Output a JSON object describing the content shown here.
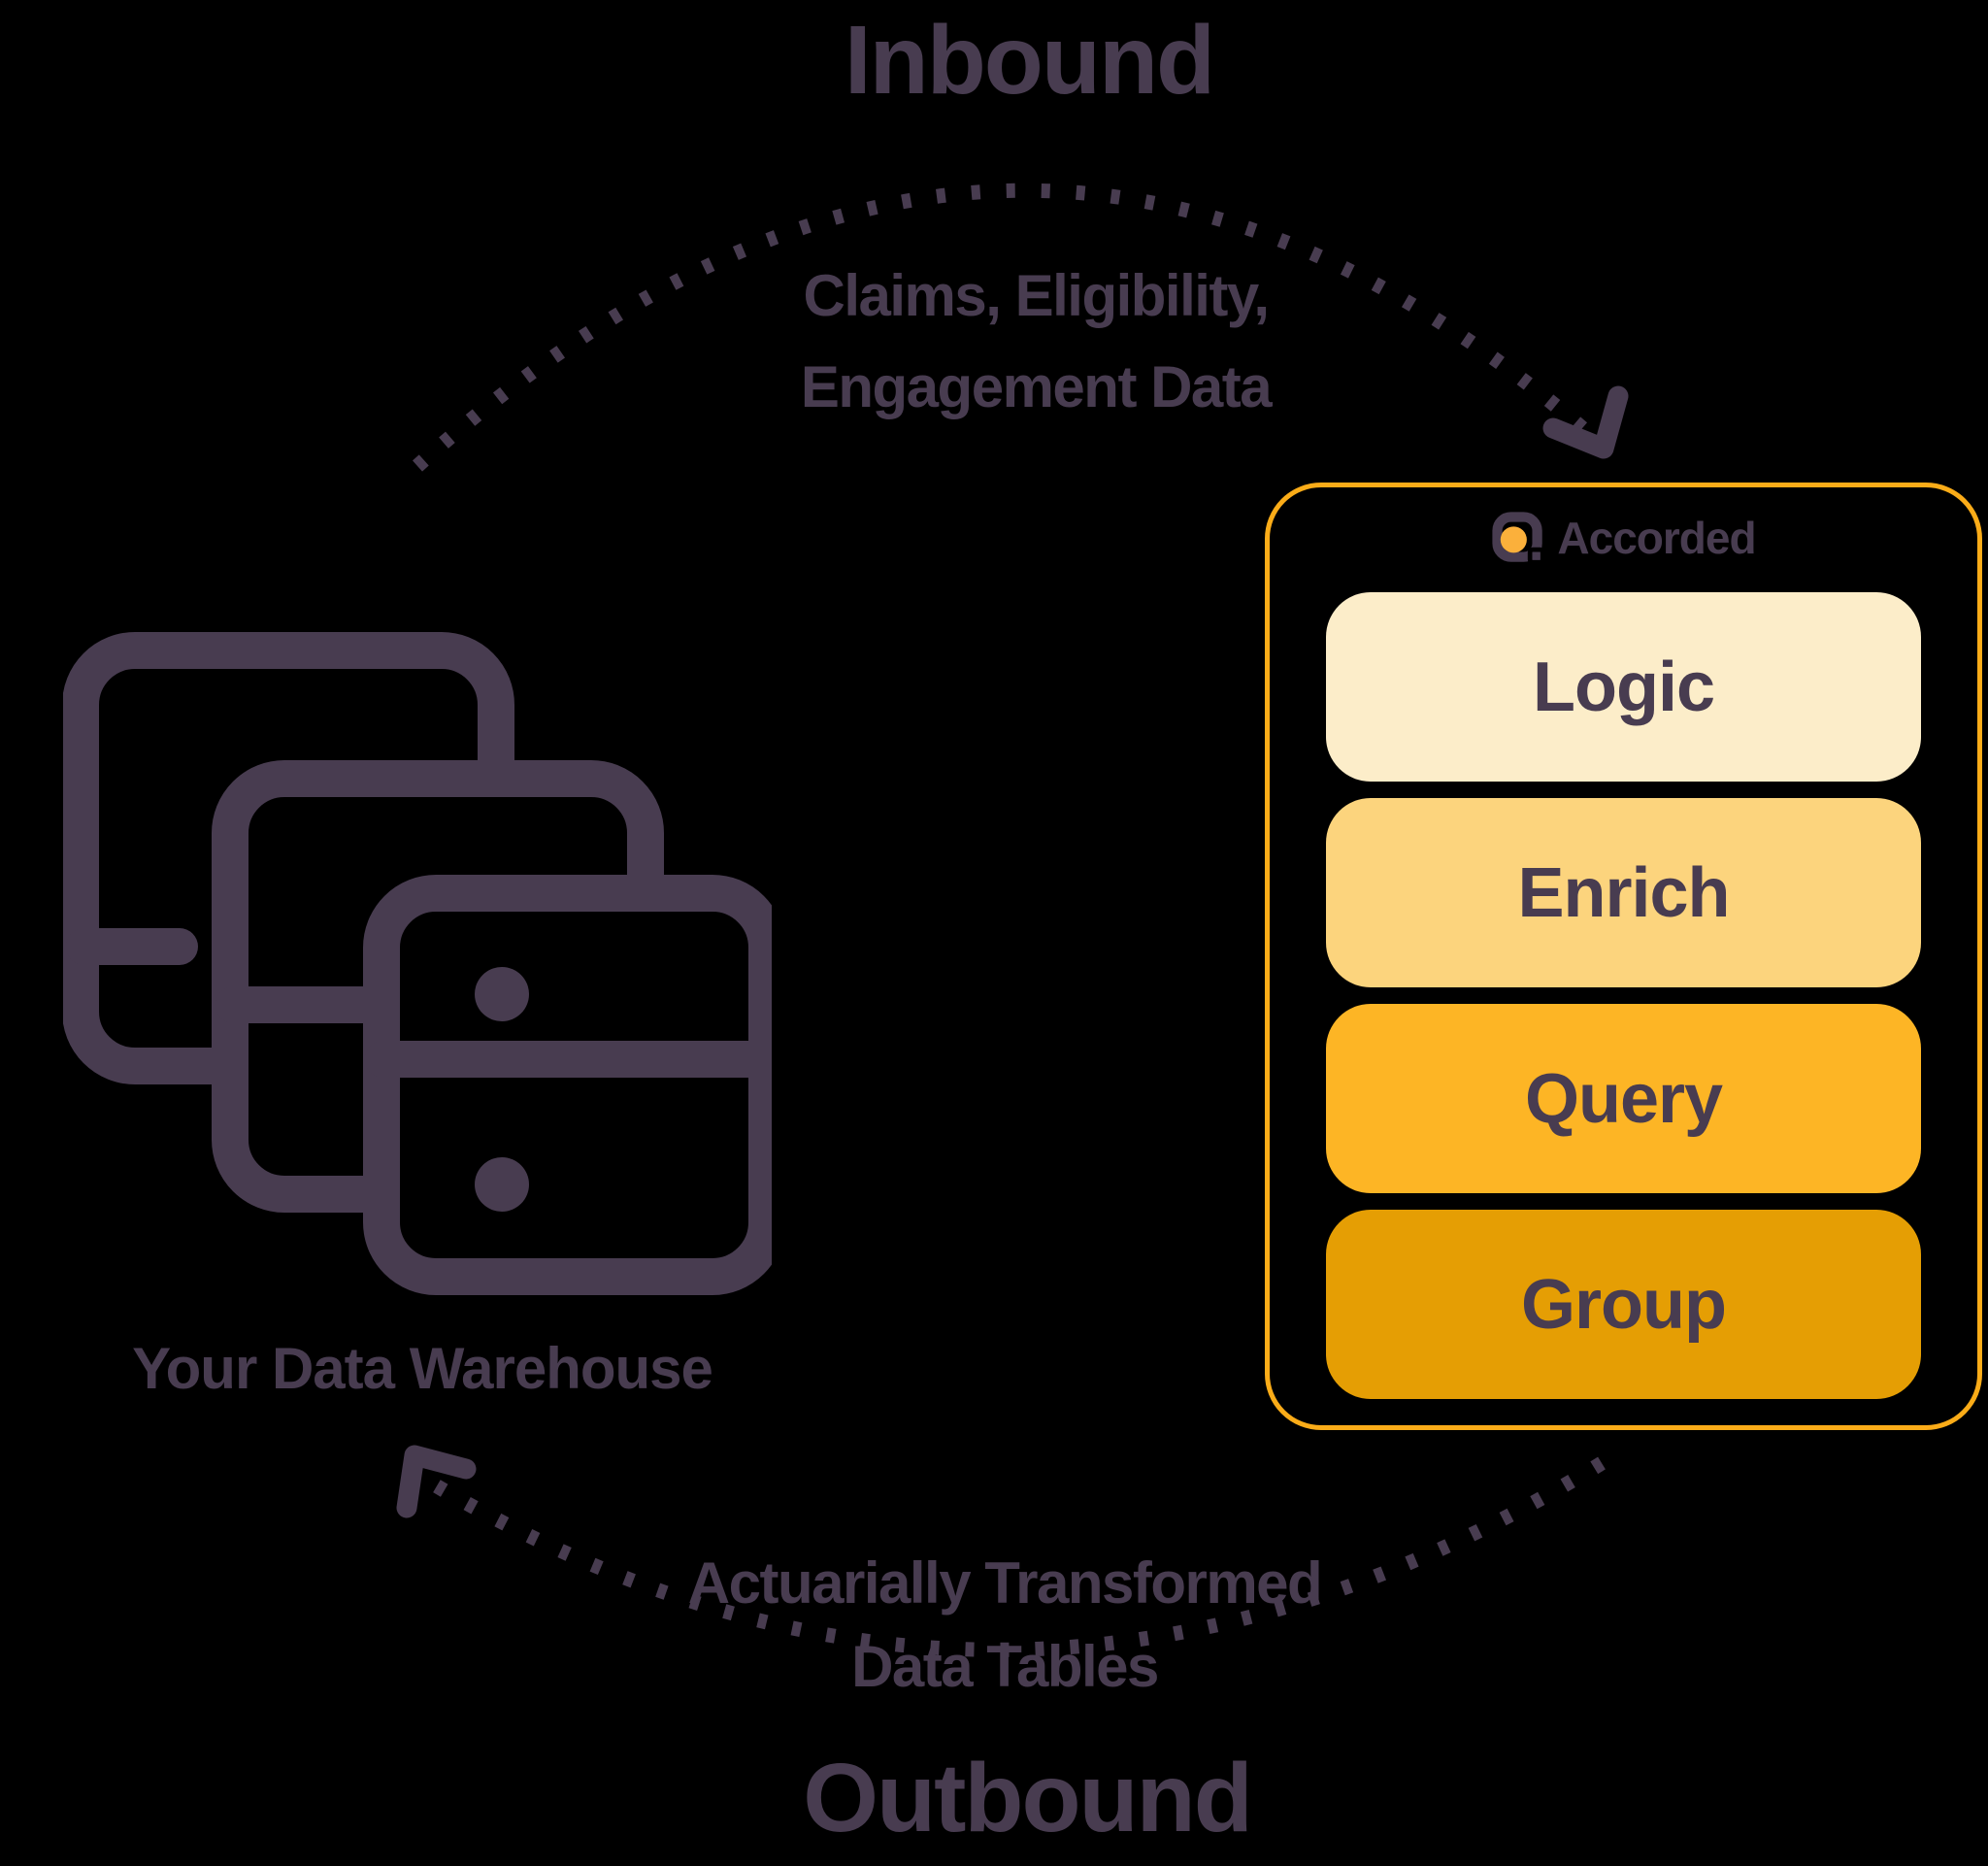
{
  "colors": {
    "background": "#000000",
    "purple": "#483c50",
    "orange_border": "#fbac18",
    "logo_yellow": "#fbb03b"
  },
  "inbound": {
    "title": "Inbound",
    "caption_line1": "Claims, Eligibility,",
    "caption_line2": "Engagement Data",
    "arrow_icon": "dotted-arc-arrow-to-card"
  },
  "outbound": {
    "title": "Outbound",
    "caption_line1": "Actuarially Transformed",
    "caption_line2": "Data Tables",
    "arrow_icon": "dotted-arc-arrow-to-warehouse"
  },
  "warehouse": {
    "label": "Your Data Warehouse",
    "icon": "stacked-database-servers-icon"
  },
  "card": {
    "brand": "Accorded",
    "logo_icon": "accorded-logo-mark",
    "pills": [
      {
        "label": "Logic",
        "color": "#fcedc9"
      },
      {
        "label": "Enrich",
        "color": "#fcd47d"
      },
      {
        "label": "Query",
        "color": "#fdb525"
      },
      {
        "label": "Group",
        "color": "#e59e04"
      }
    ]
  }
}
